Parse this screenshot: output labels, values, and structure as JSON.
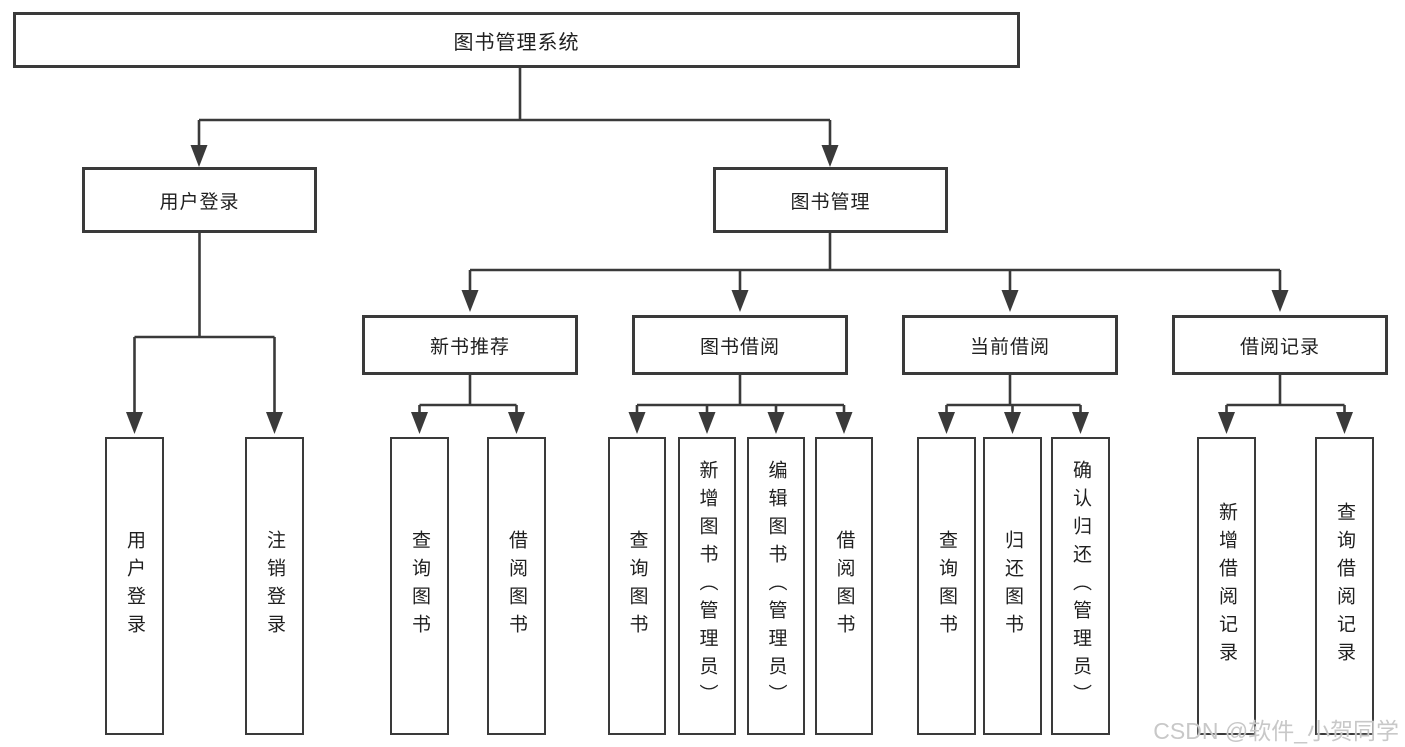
{
  "title": "图书管理系统",
  "level2": {
    "user_login": "用户登录",
    "book_management": "图书管理"
  },
  "level3": {
    "new_book_recommend": "新书推荐",
    "book_borrow": "图书借阅",
    "current_borrow": "当前借阅",
    "borrow_records": "借阅记录"
  },
  "leaves": {
    "user_login": "用户登录",
    "logout": "注销登录",
    "recommend_query_books": "查询图书",
    "recommend_borrow_books": "借阅图书",
    "borrow_query_books": "查询图书",
    "borrow_add_books": "新增图书（管理员）",
    "borrow_edit_books": "编辑图书（管理员）",
    "borrow_borrow_books": "借阅图书",
    "current_query_books": "查询图书",
    "current_return_books": "归还图书",
    "current_confirm_return": "确认归还（管理员）",
    "records_add_record": "新增借阅记录",
    "records_query_record": "查询借阅记录"
  },
  "watermark": "CSDN @软件_小贺同学",
  "colors": {
    "line": "#3a3a3a",
    "text": "#1f1f1f",
    "background": "#ffffff",
    "watermark": "#c8c8c8"
  }
}
